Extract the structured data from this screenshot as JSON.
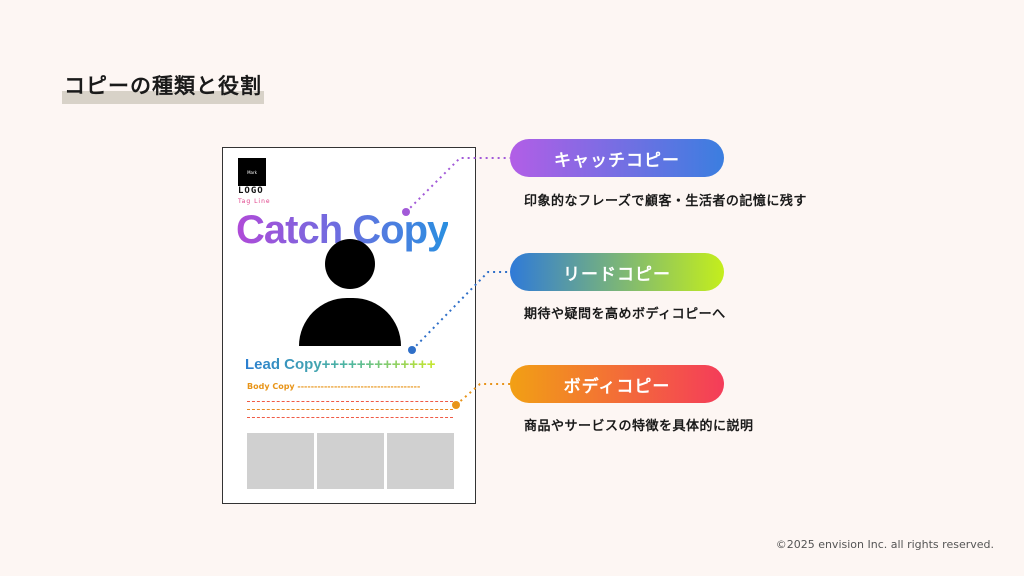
{
  "title": "コピーの種類と役割",
  "poster": {
    "logo_mark": "Mark",
    "logo_text": "LOGO",
    "tagline": "Tag Line",
    "catch_copy": "Catch Copy",
    "lead_copy": "Lead Copy+++++++++++++",
    "body_copy": "Body Copy -------------------------------------"
  },
  "items": [
    {
      "label": "キャッチコピー",
      "description": "印象的なフレーズで顧客・生活者の記憶に残す",
      "gradient": [
        "#b25ee6",
        "#3b7ee0"
      ],
      "dot_color": "#a25ad8"
    },
    {
      "label": "リードコピー",
      "description": "期待や疑問を高めボディコピーへ",
      "gradient": [
        "#2f7ad8",
        "#c4ee1c"
      ],
      "dot_color": "#2f6fc8"
    },
    {
      "label": "ボディコピー",
      "description": "商品やサービスの特徴を具体的に説明",
      "gradient": [
        "#f2a014",
        "#f43c5a"
      ],
      "dot_color": "#e8941a"
    }
  ],
  "copyright": "©2025 envision Inc. all rights reserved."
}
